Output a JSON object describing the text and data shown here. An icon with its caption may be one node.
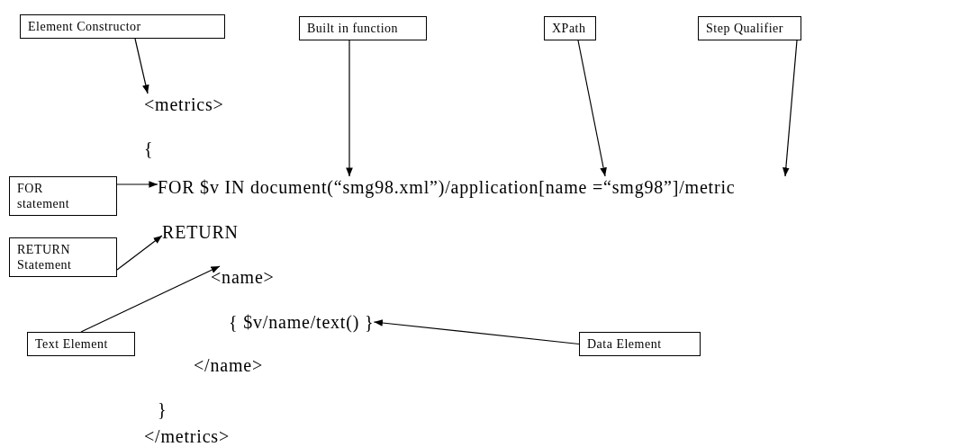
{
  "diagram": {
    "nodes": [
      {
        "text": [
          "Element Constructor"
        ]
      },
      {
        "text": [
          "Built in function"
        ]
      },
      {
        "text": [
          "XPath"
        ]
      },
      {
        "text": [
          "Step Qualifier"
        ]
      },
      {
        "text": [
          "<metrics>"
        ]
      },
      {
        "text": [
          "FOR statement"
        ]
      },
      {
        "text": [
          "FOR $v IN document(“smg98.xml”)/application[name =“smg98”]/metric"
        ]
      },
      {
        "text": [
          "RETURN Statement"
        ]
      },
      {
        "text": [
          "RETURN"
        ]
      },
      {
        "text": [
          "<name>"
        ]
      },
      {
        "text": [
          "Text Element"
        ]
      },
      {
        "text": [
          "{ $v/name/text() }"
        ]
      },
      {
        "text": [
          "Data Element"
        ]
      }
    ],
    "edges": [
      {
        "from": 0,
        "to": 4,
        "arrow": "to"
      },
      {
        "from": 1,
        "to": 6,
        "arrow": "to"
      },
      {
        "from": 2,
        "to": 6,
        "arrow": "to"
      },
      {
        "from": 3,
        "to": 6,
        "arrow": "to"
      },
      {
        "from": 5,
        "to": 6,
        "arrow": "to"
      },
      {
        "from": 7,
        "to": 8,
        "arrow": "to"
      },
      {
        "from": 10,
        "to": 9,
        "arrow": "to"
      },
      {
        "from": 12,
        "to": 11,
        "arrow": "to"
      }
    ],
    "labels": [
      "{",
      "</name>",
      "}",
      "</metrics>"
    ]
  }
}
